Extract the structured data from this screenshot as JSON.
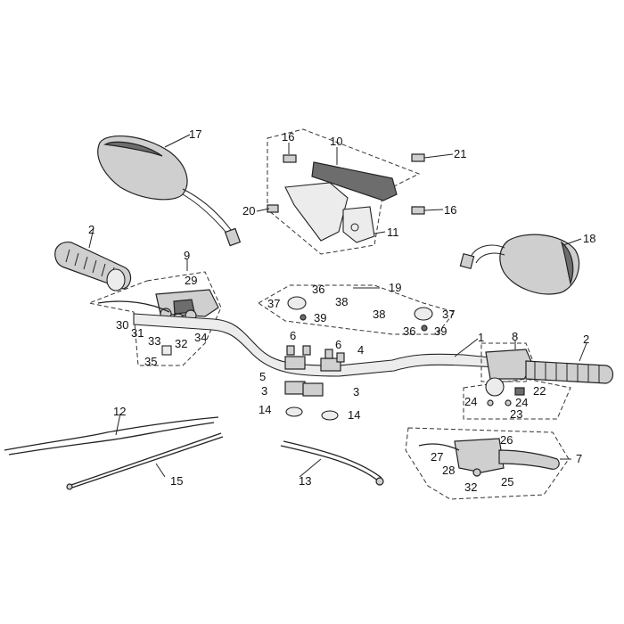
{
  "diagram": {
    "callouts": [
      {
        "id": "c17",
        "text": "17"
      },
      {
        "id": "c16a",
        "text": "16"
      },
      {
        "id": "c10",
        "text": "10"
      },
      {
        "id": "c21",
        "text": "21"
      },
      {
        "id": "c20",
        "text": "20"
      },
      {
        "id": "c16b",
        "text": "16"
      },
      {
        "id": "c11",
        "text": "11"
      },
      {
        "id": "c18",
        "text": "18"
      },
      {
        "id": "c2a",
        "text": "2"
      },
      {
        "id": "c9",
        "text": "9"
      },
      {
        "id": "c29",
        "text": "29"
      },
      {
        "id": "c19",
        "text": "19"
      },
      {
        "id": "c36a",
        "text": "36"
      },
      {
        "id": "c37a",
        "text": "37"
      },
      {
        "id": "c38a",
        "text": "38"
      },
      {
        "id": "c39a",
        "text": "39"
      },
      {
        "id": "c38b",
        "text": "38"
      },
      {
        "id": "c37b",
        "text": "37"
      },
      {
        "id": "c36b",
        "text": "36"
      },
      {
        "id": "c39b",
        "text": "39"
      },
      {
        "id": "c30",
        "text": "30"
      },
      {
        "id": "c31",
        "text": "31"
      },
      {
        "id": "c33",
        "text": "33"
      },
      {
        "id": "c32a",
        "text": "32"
      },
      {
        "id": "c34",
        "text": "34"
      },
      {
        "id": "c35",
        "text": "35"
      },
      {
        "id": "c1",
        "text": "1"
      },
      {
        "id": "c8",
        "text": "8"
      },
      {
        "id": "c2b",
        "text": "2"
      },
      {
        "id": "c6a",
        "text": "6"
      },
      {
        "id": "c6b",
        "text": "6"
      },
      {
        "id": "c4",
        "text": "4"
      },
      {
        "id": "c5",
        "text": "5"
      },
      {
        "id": "c3a",
        "text": "3"
      },
      {
        "id": "c3b",
        "text": "3"
      },
      {
        "id": "c14a",
        "text": "14"
      },
      {
        "id": "c14b",
        "text": "14"
      },
      {
        "id": "c22",
        "text": "22"
      },
      {
        "id": "c24a",
        "text": "24"
      },
      {
        "id": "c24b",
        "text": "24"
      },
      {
        "id": "c23",
        "text": "23"
      },
      {
        "id": "c12",
        "text": "12"
      },
      {
        "id": "c26",
        "text": "26"
      },
      {
        "id": "c27",
        "text": "27"
      },
      {
        "id": "c7",
        "text": "7"
      },
      {
        "id": "c28",
        "text": "28"
      },
      {
        "id": "c32b",
        "text": "32"
      },
      {
        "id": "c25",
        "text": "25"
      },
      {
        "id": "c15",
        "text": "15"
      },
      {
        "id": "c13",
        "text": "13"
      }
    ]
  }
}
